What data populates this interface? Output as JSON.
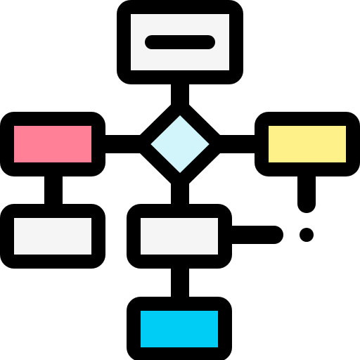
{
  "diagram": {
    "icon": "flowchart-icon",
    "stroke_color": "#000000",
    "nodes": [
      {
        "id": "top",
        "shape": "rectangle",
        "fill": "#f5f5f5",
        "icon": "minus-icon"
      },
      {
        "id": "decision",
        "shape": "diamond",
        "fill": "#d2f4fb"
      },
      {
        "id": "left",
        "shape": "rectangle",
        "fill": "#ff8097"
      },
      {
        "id": "right",
        "shape": "rectangle",
        "fill": "#fff189"
      },
      {
        "id": "left-bottom",
        "shape": "rectangle",
        "fill": "#f5f5f5"
      },
      {
        "id": "center",
        "shape": "rectangle",
        "fill": "#f5f5f5"
      },
      {
        "id": "bottom",
        "shape": "rectangle",
        "fill": "#00cdf5"
      }
    ],
    "connectors": [
      {
        "from": "top",
        "to": "decision"
      },
      {
        "from": "left",
        "to": "decision"
      },
      {
        "from": "decision",
        "to": "right"
      },
      {
        "from": "decision",
        "to": "center"
      },
      {
        "from": "left",
        "to": "left-bottom"
      },
      {
        "from": "center",
        "to": "bottom"
      },
      {
        "from": "center",
        "to": "open-end"
      },
      {
        "from": "right",
        "to": "open-end"
      }
    ]
  }
}
